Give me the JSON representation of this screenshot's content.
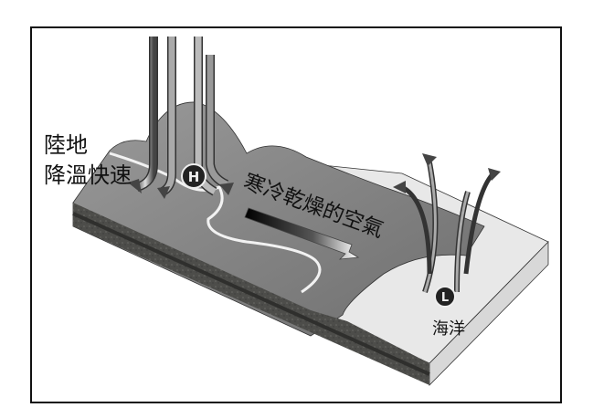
{
  "labels": {
    "land": "陸地",
    "land_cooling": "降溫快速",
    "cold_dry_air": "寒冷乾燥的空氣",
    "ocean": "海洋",
    "high_pressure": "H",
    "low_pressure": "L"
  },
  "colors": {
    "land": "#7d7d7d",
    "sea": "#e6e6e6",
    "soil": "#4a4a48",
    "frame": "#111111"
  }
}
